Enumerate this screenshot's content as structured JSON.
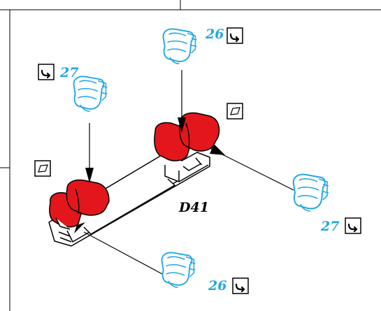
{
  "model_label": "D41",
  "colors": {
    "callout_blue": "#22a7e0",
    "highlight_red": "#e3161c",
    "line": "#000000"
  },
  "callouts": [
    {
      "number": "26",
      "icon": "glue-icon",
      "part": "seat-part-icon"
    },
    {
      "number": "27",
      "icon": "glue-icon",
      "part": "seat-part-icon"
    },
    {
      "number": "27",
      "icon": "glue-icon",
      "part": "seat-part-icon"
    },
    {
      "number": "26",
      "icon": "glue-icon",
      "part": "seat-part-icon"
    }
  ],
  "views": [
    {
      "icon": "view-box-icon"
    },
    {
      "icon": "view-box-icon"
    }
  ]
}
